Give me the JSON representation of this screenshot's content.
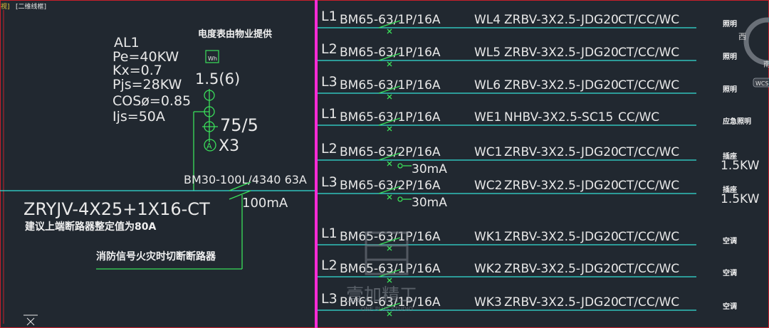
{
  "viewport_tag": {
    "prefix": "视]",
    "label": "[二维线框]"
  },
  "panel": {
    "name": "AL1",
    "params": [
      "Pe=40KW",
      "Kx=0.7",
      "Pjs=28KW",
      "COSø=0.85",
      "Ijs=50A"
    ]
  },
  "meter": {
    "note": "电度表由物业提供",
    "wh": "Wh",
    "rating": "1.5(6)",
    "ct": "75/5",
    "ammeter": "X3"
  },
  "incoming": {
    "breaker": "BM30-100L/4340 63A",
    "leak": "100mA",
    "cable": "ZRYJV-4X25+1X16-CT",
    "advice": "建议上端断路器整定值为80A",
    "fire_cut": "消防信号火灾时切断断路器"
  },
  "circuits": [
    {
      "phase": "L1",
      "breaker": "BM65-63/1P/16A",
      "circuit": "WL4",
      "cable": "ZRBV-3X2.5-JDG20",
      "lay": "CT/CC/WC",
      "use": "照明",
      "power": "",
      "leak": ""
    },
    {
      "phase": "L2",
      "breaker": "BM65-63/1P/16A",
      "circuit": "WL5",
      "cable": "ZRBV-3X2.5-JDG20",
      "lay": "CT/CC/WC",
      "use": "照明",
      "power": "",
      "leak": ""
    },
    {
      "phase": "L3",
      "breaker": "BM65-63/1P/16A",
      "circuit": "WL6",
      "cable": "ZRBV-3X2.5-JDG20",
      "lay": "CT/CC/WC",
      "use": "照明",
      "power": "",
      "leak": ""
    },
    {
      "phase": "L1",
      "breaker": "BM65-63/1P/16A",
      "circuit": "WE1",
      "cable": "NHBV-3X2.5-SC15",
      "lay": "CC/WC",
      "use": "应急照明",
      "power": "",
      "leak": ""
    },
    {
      "phase": "L2",
      "breaker": "BM65-63/2P/16A",
      "circuit": "WC1",
      "cable": "ZRBV-3X2.5-JDG20",
      "lay": "CT/CC/WC",
      "use": "插座",
      "power": "1.5KW",
      "leak": "30mA"
    },
    {
      "phase": "L3",
      "breaker": "BM65-63/2P/16A",
      "circuit": "WC2",
      "cable": "ZRBV-3X2.5-JDG20",
      "lay": "CT/CC/WC",
      "use": "插座",
      "power": "1.5KW",
      "leak": "30mA"
    },
    {
      "phase": "L1",
      "breaker": "BM65-63/1P/16A",
      "circuit": "WK1",
      "cable": "ZRBV-3X2.5-JDG20",
      "lay": "CT/CC/WC",
      "use": "空调",
      "power": "",
      "leak": ""
    },
    {
      "phase": "L2",
      "breaker": "BM65-63/1P/16A",
      "circuit": "WK2",
      "cable": "ZRBV-3X2.5-JDG20",
      "lay": "CT/CC/WC",
      "use": "空调",
      "power": "",
      "leak": ""
    },
    {
      "phase": "L3",
      "breaker": "BM65-63/1P/16A",
      "circuit": "WK3",
      "cable": "ZRBV-3X2.5-JDG20",
      "lay": "CT/CC/WC",
      "use": "空调",
      "power": "",
      "leak": ""
    }
  ],
  "compass": {
    "west": "西",
    "south": "南",
    "wcs": "WCS"
  },
  "watermark": {
    "cn": "壹加精工",
    "en": "ONE PLUS STUDIO"
  },
  "colors": {
    "background": "#212830",
    "busbar": "#ff2bd6",
    "breaker_symbol": "#3adf5a",
    "wire": "#33e0d6",
    "frame": "#c8202a"
  }
}
